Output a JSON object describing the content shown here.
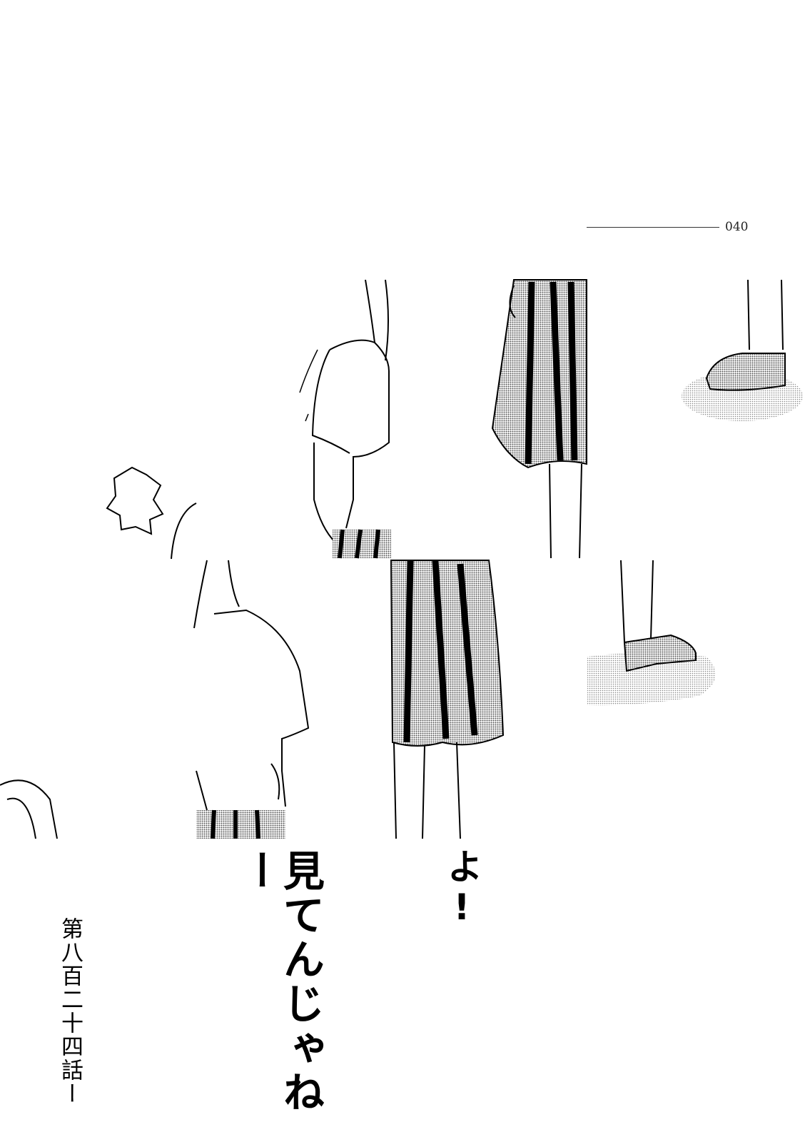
{
  "page": {
    "page_number": "040",
    "dialogue": [
      "見てんじゃねー",
      "よ!"
    ],
    "chapter_title": "第八百二十四話ー"
  }
}
